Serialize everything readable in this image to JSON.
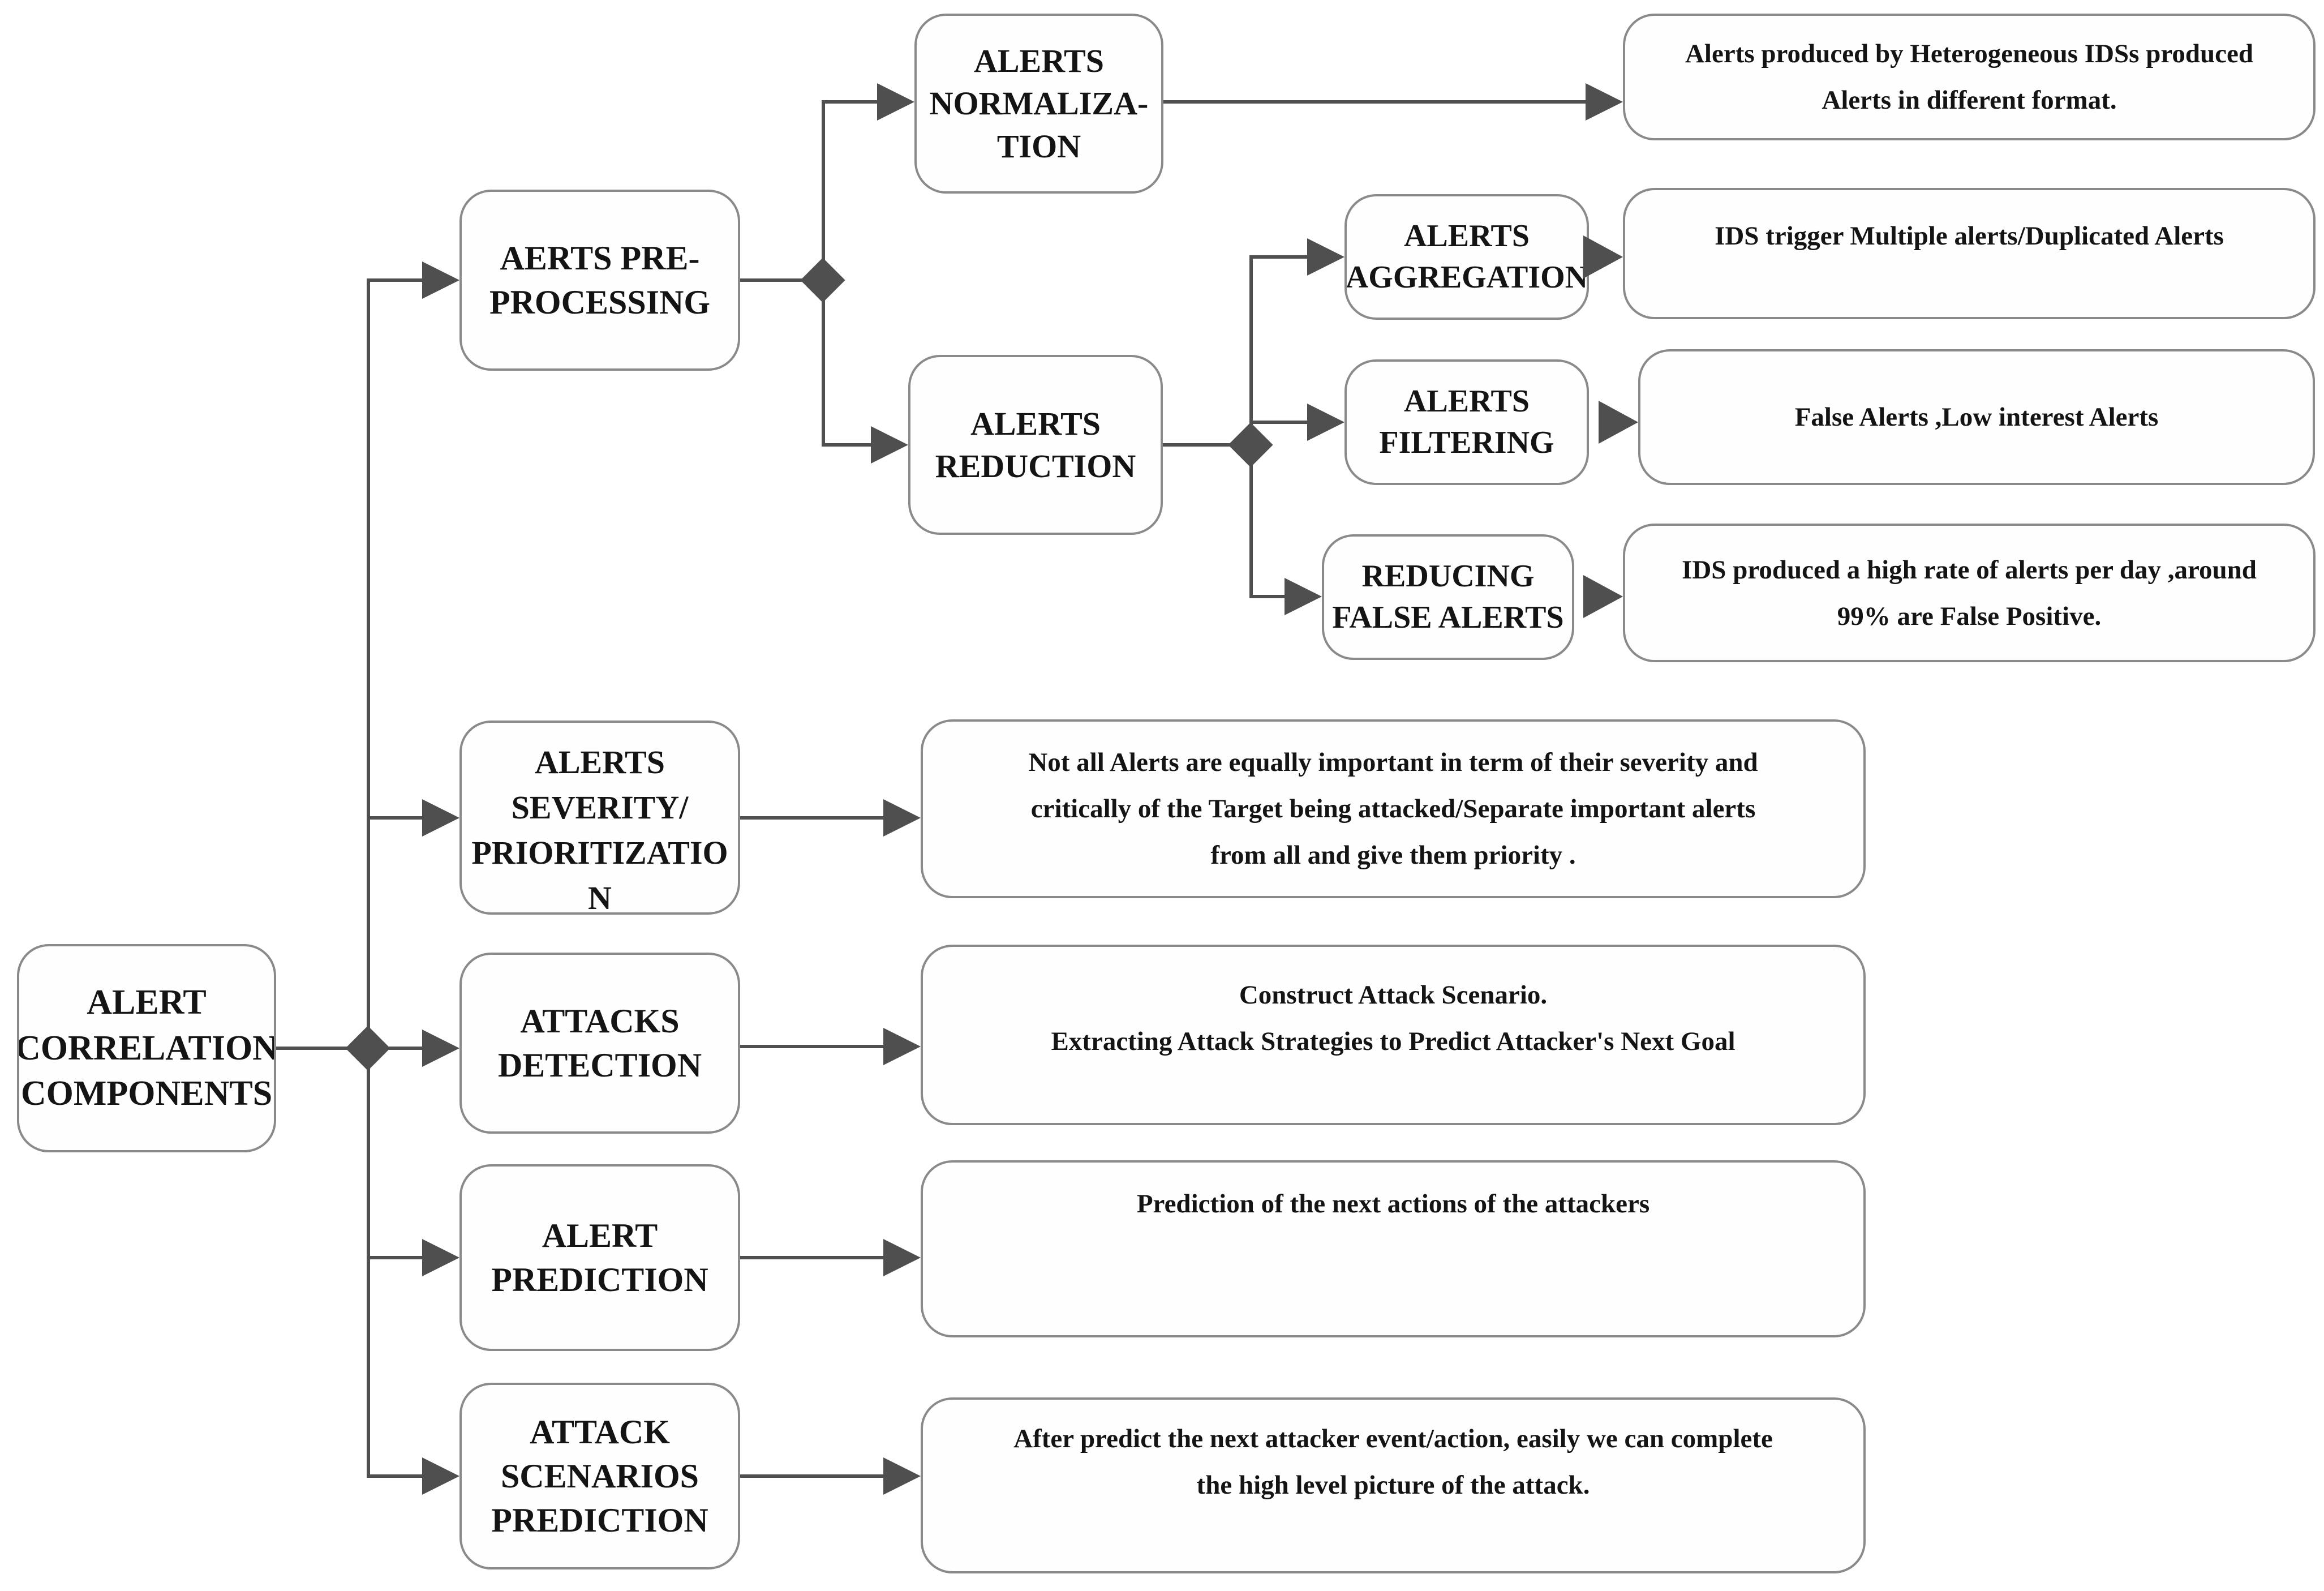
{
  "palette": {
    "line_color": "#4f4f4f",
    "box_border_color": "#8a8a8a",
    "background_color": "#ffffff",
    "text_color": "#141414"
  },
  "nodes": {
    "root": {
      "label": "ALERT\nCORRELATION\nCOMPONENTS"
    },
    "preprocessing": {
      "label": "AERTS PRE-\nPROCESSING"
    },
    "normalization": {
      "label": "ALERTS\nNORMALIZA-\nTION"
    },
    "reduction": {
      "label": "ALERTS\nREDUCTION"
    },
    "aggregation": {
      "label": "ALERTS\nAGGREGATION"
    },
    "filtering": {
      "label": "ALERTS\nFILTERING"
    },
    "reducing_false_alerts": {
      "label": "REDUCING\nFALSE ALERTS"
    },
    "severity": {
      "label": "ALERTS\nSEVERITY/\nPRIORITIZATION"
    },
    "attacks_detection": {
      "label": "ATTACKS\nDETECTION"
    },
    "alert_prediction": {
      "label": "ALERT\nPREDICTION"
    },
    "attack_scenarios": {
      "label": "ATTACK\nSCENARIOS\nPREDICTION"
    }
  },
  "descriptions": {
    "normalization": "Alerts produced by Heterogeneous IDSs produced\nAlerts in different format.",
    "aggregation": "IDS trigger Multiple alerts/Duplicated Alerts",
    "filtering": "False Alerts ,Low interest Alerts",
    "reducing_false_alerts": "IDS produced a high rate of alerts per day ,around\n99% are False Positive.",
    "severity": "Not all Alerts are equally important in term of their severity and\ncritically of the Target being attacked/Separate important alerts\nfrom all and give them priority .",
    "attacks_detection": "Construct Attack Scenario.\nExtracting Attack Strategies to Predict Attacker's Next Goal",
    "alert_prediction": "Prediction of the next actions of the attackers",
    "attack_scenarios": "After predict the next attacker event/action, easily we can complete\nthe high level picture of the attack."
  }
}
